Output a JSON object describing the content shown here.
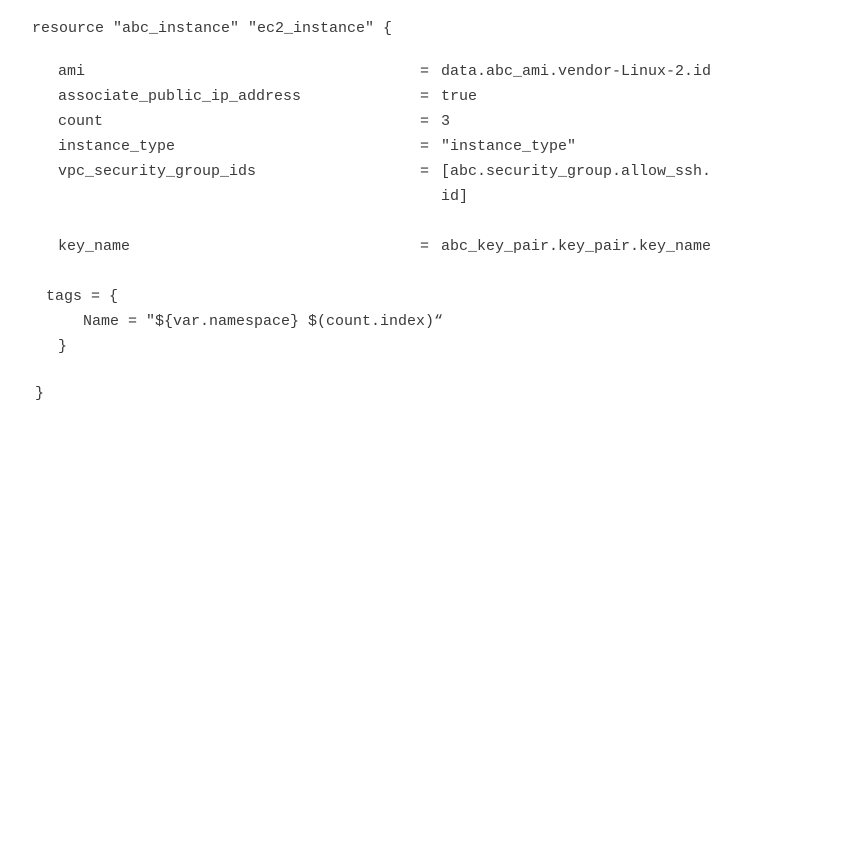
{
  "code": {
    "language": "terraform-hcl",
    "background_color": "#ffffff",
    "text_color": "#3a3a3a",
    "header": "resource \"abc_instance\" \"ec2_instance\" {",
    "equals": "=",
    "attributes": [
      {
        "key": "ami",
        "value": "data.abc_ami.vendor-Linux-2.id"
      },
      {
        "key": "associate_public_ip_address",
        "value": "true"
      },
      {
        "key": "count",
        "value": "3"
      },
      {
        "key": "instance_type",
        "value": "\"instance_type\""
      },
      {
        "key": "vpc_security_group_ids",
        "value": "[abc.security_group.allow_ssh.",
        "value_continued": "id]"
      },
      {
        "key": "key_name",
        "value": "abc_key_pair.key_pair.key_name"
      }
    ],
    "tags_block": {
      "open": "tags = {",
      "name_line": "Name = \"${var.namespace} $(count.index)“",
      "close": "}"
    },
    "resource_close": "}"
  }
}
